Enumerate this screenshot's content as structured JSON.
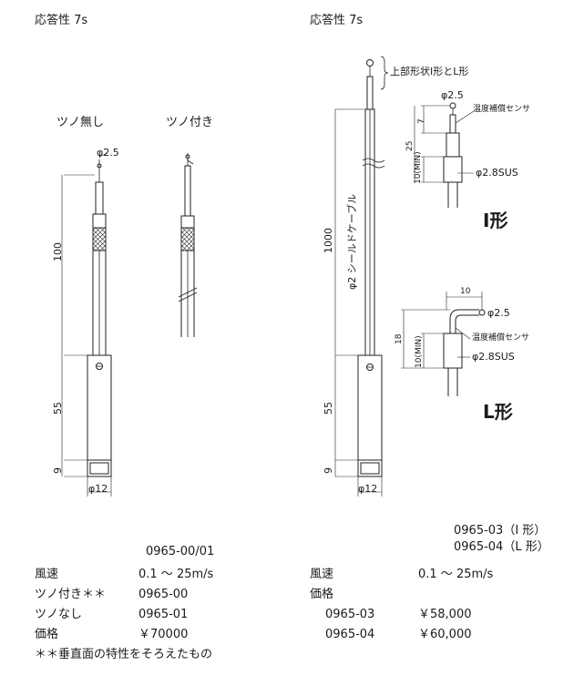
{
  "left": {
    "heading": "応答性 7s",
    "variant_no_horn": "ツノ無し",
    "variant_with_horn": "ツノ付き",
    "dim_phi_tip": "φ2.5",
    "dim_probe_len": "100",
    "dim_body_len": "55",
    "dim_cap_len": "9",
    "dim_body_dia": "φ12",
    "model": "0965-00/01",
    "specs": [
      {
        "label": "風速",
        "value": "0.1 ～ 25m/s"
      },
      {
        "label": "ツノ付き＊＊",
        "value": "0965-00"
      },
      {
        "label": "ツノなし",
        "value": "0965-01"
      },
      {
        "label": "価格",
        "value": "￥70000"
      }
    ],
    "footnote": "＊＊垂直面の特性をそろえたもの"
  },
  "right": {
    "heading": "応答性 7s",
    "top_shape_note": "上部形状I形とL形",
    "cable_label": "φ2 シールドケーブル",
    "dim_cable_len": "1000",
    "dim_body_len": "55",
    "dim_cap_len": "9",
    "dim_body_dia": "φ12",
    "i_type": {
      "title": "I形",
      "phi_tip": "φ2.5",
      "sensor": "温度補償センサ",
      "dim_7": "7",
      "dim_25": "25",
      "dim_10min": "10(MIN)",
      "phi_sus": "φ2.8SUS"
    },
    "l_type": {
      "title": "L形",
      "dim_10": "10",
      "phi_tip": "φ2.5",
      "sensor": "温度補償センサ",
      "dim_18": "18",
      "dim_10min": "10(MIN)",
      "phi_sus": "φ2.8SUS"
    },
    "models": [
      "0965-03（I 形）",
      "0965-04（L 形）"
    ],
    "specs": [
      {
        "label": "風速",
        "value": "0.1 ～ 25m/s"
      },
      {
        "label": "価格",
        "value": ""
      },
      {
        "label": "0965-03",
        "value": "￥58,000"
      },
      {
        "label": "0965-04",
        "value": "￥60,000"
      }
    ]
  }
}
